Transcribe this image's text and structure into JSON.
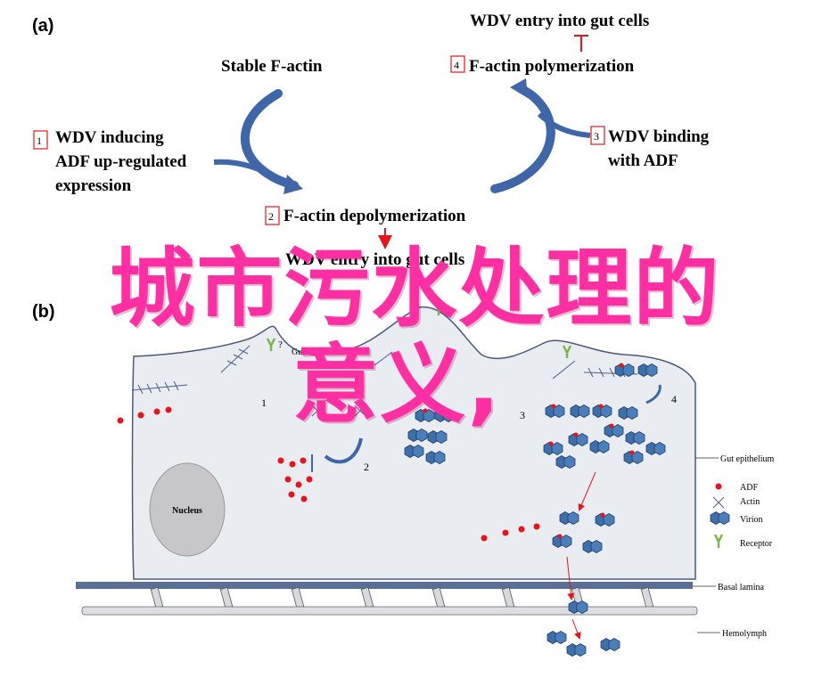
{
  "panel_a": {
    "label": "(a)",
    "stable_factin": "Stable F-actin",
    "step1": {
      "num": "1",
      "lines": [
        "WDV inducing",
        "ADF up-regulated",
        "expression"
      ]
    },
    "step2": {
      "num": "2",
      "text": "F-actin depolymerization"
    },
    "step3": {
      "num": "3",
      "lines": [
        "WDV binding",
        "with ADF"
      ]
    },
    "step4": {
      "num": "4",
      "text": "F-actin polymerization"
    },
    "top_entry": "WDV entry into gut cells",
    "bottom_entry": "WDV entry into gut cells"
  },
  "panel_b": {
    "label": "(b)",
    "gut_lumen": "Gut lumen",
    "nucleus": "Nucleus",
    "question_mark": "?",
    "step_numbers": [
      "1",
      "2",
      "3",
      "4"
    ],
    "side_labels": {
      "gut_epithelium": "Gut epithelium",
      "basal_lamina": "Basal lamina",
      "hemolymph": "Hemolymph"
    },
    "legend": [
      {
        "icon": "adf-dot-icon",
        "label": "ADF"
      },
      {
        "icon": "actin-cross-icon",
        "label": "Actin"
      },
      {
        "icon": "virion-icon",
        "label": "Virion"
      },
      {
        "icon": "receptor-icon",
        "label": "Receptor"
      }
    ]
  },
  "overlay": {
    "line1": "城市污水处理的",
    "line2": "意义,"
  },
  "colors": {
    "arrow_blue": "#3f66a8",
    "adf_red": "#e8141b",
    "virion_blue": "#3e6fa8",
    "cell_fill": "#e9ecf1",
    "receptor_green": "#7ab648",
    "overlay_pink": "#ff2fa3"
  }
}
